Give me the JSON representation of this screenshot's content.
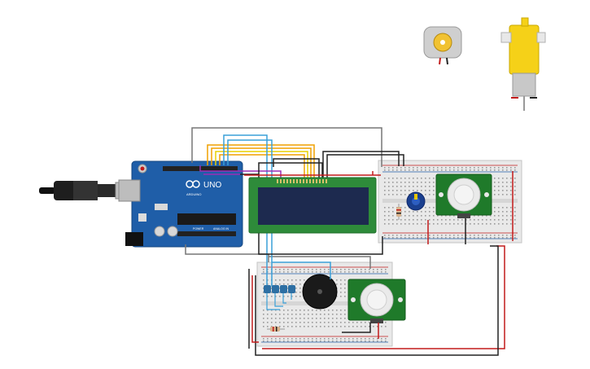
{
  "arduino": {
    "logo_text": "UNO",
    "brand_text": "ARDUINO",
    "power_label": "POWER",
    "analog_label": "ANALOG IN"
  },
  "colors": {
    "board": "#1f5ea8",
    "lcd_frame": "#2e8b3a",
    "lcd_screen": "#1d2a4f",
    "breadboard": "#e9e9e9",
    "pir_board": "#1f7a2a",
    "motor_yellow": "#f5d118",
    "buzzer": "#1a1a1a",
    "wire_black": "#222222",
    "wire_red": "#d21f1f",
    "wire_orange": "#f0a000",
    "wire_yellow": "#e8d000",
    "wire_blue": "#3aa0d8",
    "wire_purple": "#9b2fb5",
    "wire_gray": "#777777"
  },
  "icons": [
    "usb-cable-icon",
    "dc-motor-icon",
    "gear-motor-icon",
    "potentiometer-icon",
    "buzzer-icon",
    "pir-sensor-icon",
    "led-icon",
    "resistor-icon"
  ]
}
